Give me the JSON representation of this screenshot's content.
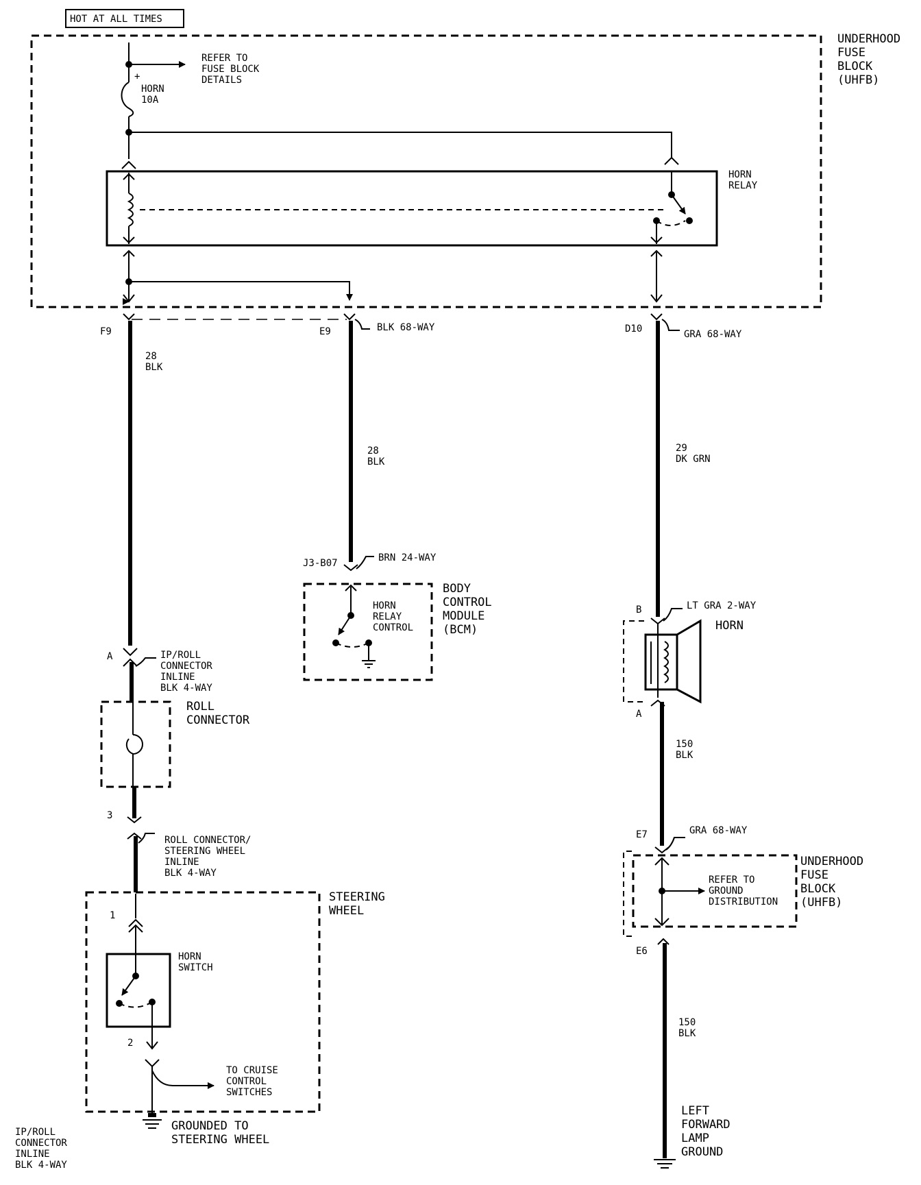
{
  "hot_label": "HOT AT ALL TIMES",
  "uhfb_top": {
    "l1": "UNDERHOOD",
    "l2": "FUSE",
    "l3": "BLOCK",
    "l4": "(UHFB)"
  },
  "refer_fuse": {
    "l1": "REFER TO",
    "l2": "FUSE BLOCK",
    "l3": "DETAILS"
  },
  "fuse": {
    "plus": "+",
    "l1": "HORN",
    "l2": "10A"
  },
  "relay": {
    "l1": "HORN",
    "l2": "RELAY"
  },
  "connectors": {
    "f9": "F9",
    "e9": "E9",
    "e9_desc": "BLK 68-WAY",
    "d10": "D10",
    "d10_desc": "GRA 68-WAY",
    "j3": "J3-B07",
    "j3_desc": "BRN 24-WAY",
    "horn_b": "B",
    "horn_b_desc": "LT GRA 2-WAY",
    "horn_a": "A",
    "e7": "E7",
    "e7_desc": "GRA 68-WAY",
    "e6": "E6",
    "ip_a": "A",
    "ip_desc": {
      "l1": "IP/ROLL",
      "l2": "CONNECTOR",
      "l3": "INLINE",
      "l4": "BLK 4-WAY"
    },
    "roll_3": "3",
    "rs_desc": {
      "l1": "ROLL CONNECTOR/",
      "l2": "STEERING WHEEL",
      "l3": "INLINE",
      "l4": "BLK 4-WAY"
    },
    "sw_1": "1",
    "sw_2": "2"
  },
  "wires": {
    "w1": {
      "l1": "28",
      "l2": "BLK"
    },
    "w2": {
      "l1": "28",
      "l2": "BLK"
    },
    "w3": {
      "l1": "29",
      "l2": "DK GRN"
    },
    "w4": {
      "l1": "150",
      "l2": "BLK"
    },
    "w5": {
      "l1": "150",
      "l2": "BLK"
    }
  },
  "bcm": {
    "l1": "BODY",
    "l2": "CONTROL",
    "l3": "MODULE",
    "l4": "(BCM)",
    "int1": "HORN",
    "int2": "RELAY",
    "int3": "CONTROL"
  },
  "horn_label": "HORN",
  "roll_connector": {
    "l1": "ROLL",
    "l2": "CONNECTOR"
  },
  "uhfb_bottom": {
    "l1": "UNDERHOOD",
    "l2": "FUSE",
    "l3": "BLOCK",
    "l4": "(UHFB)"
  },
  "refer_ground": {
    "l1": "REFER TO",
    "l2": "GROUND",
    "l3": "DISTRIBUTION"
  },
  "steering_wheel": {
    "l1": "STEERING",
    "l2": "WHEEL"
  },
  "horn_switch": {
    "l1": "HORN",
    "l2": "SWITCH"
  },
  "cruise": {
    "l1": "TO CRUISE",
    "l2": "CONTROL",
    "l3": "SWITCHES"
  },
  "grounded": {
    "l1": "GROUNDED TO",
    "l2": "STEERING WHEEL"
  },
  "lamp_ground": {
    "l1": "LEFT",
    "l2": "FORWARD",
    "l3": "LAMP",
    "l4": "GROUND"
  },
  "footnote": {
    "l1": "IP/ROLL",
    "l2": "CONNECTOR",
    "l3": "INLINE",
    "l4": "BLK 4-WAY"
  }
}
